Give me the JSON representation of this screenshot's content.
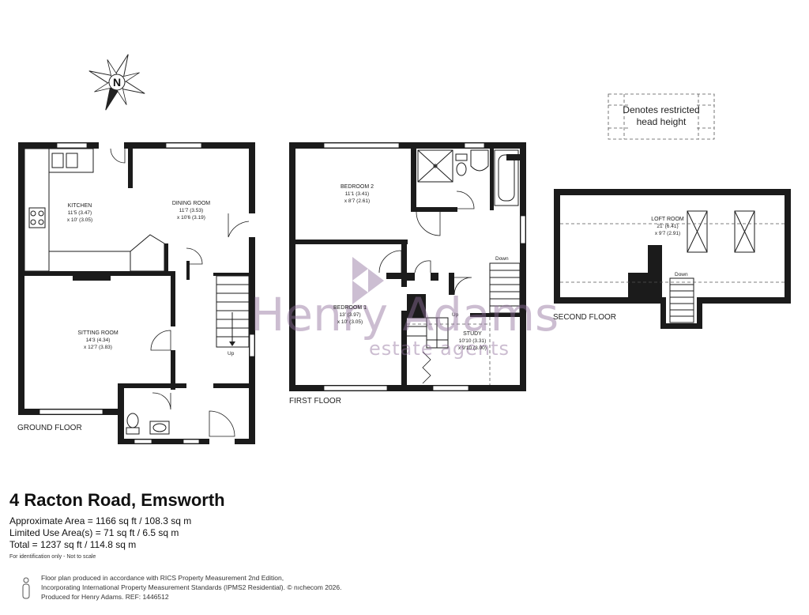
{
  "compass": {
    "letter": "N"
  },
  "legend": {
    "line1": "Denotes restricted",
    "line2": "head height"
  },
  "floors": {
    "ground": "GROUND FLOOR",
    "first": "FIRST FLOOR",
    "second": "SECOND FLOOR"
  },
  "rooms": {
    "kitchen": {
      "name": "KITCHEN",
      "dim1": "11'5 (3.47)",
      "dim2": "x 10' (3.05)"
    },
    "dining": {
      "name": "DINING ROOM",
      "dim1": "11'7 (3.53)",
      "dim2": "x 10'6 (3.19)"
    },
    "sitting": {
      "name": "SITTING ROOM",
      "dim1": "14'3 (4.34)",
      "dim2": "x 12'7 (3.83)"
    },
    "bedroom2": {
      "name": "BEDROOM 2",
      "dim1": "11'1 (3.41)",
      "dim2": "x 8'7 (2.61)"
    },
    "bedroom1": {
      "name": "BEDROOM 1",
      "dim1": "13' (3.97)",
      "dim2": "x 10' (3.05)"
    },
    "study": {
      "name": "STUDY",
      "dim1": "10'10 (3.31)",
      "dim2": "x 9'10 (3.00)"
    },
    "loft": {
      "name": "LOFT ROOM",
      "dim1": "21' (6.41)",
      "dim2": "x 9'7 (2.91)"
    }
  },
  "stairs": {
    "up": "Up",
    "down": "Down"
  },
  "watermark": {
    "line1": "Henry Adams",
    "line2": "estate agents"
  },
  "property": {
    "title": "4 Racton Road, Emsworth",
    "approx_area": "Approximate Area = 1166 sq ft / 108.3 sq m",
    "limited_use": "Limited Use Area(s) = 71 sq ft / 6.5 sq m",
    "total": "Total = 1237 sq ft / 114.8 sq m",
    "note": "For identification only - Not to scale"
  },
  "footer": {
    "line1": "Floor plan produced in accordance with RICS Property Measurement 2nd Edition,",
    "line2": "Incorporating International Property Measurement Standards (IPMS2 Residential).",
    "copyright": "© nıchecom 2026.",
    "line3": "Produced for Henry Adams.",
    "ref": "REF: 1446512"
  }
}
